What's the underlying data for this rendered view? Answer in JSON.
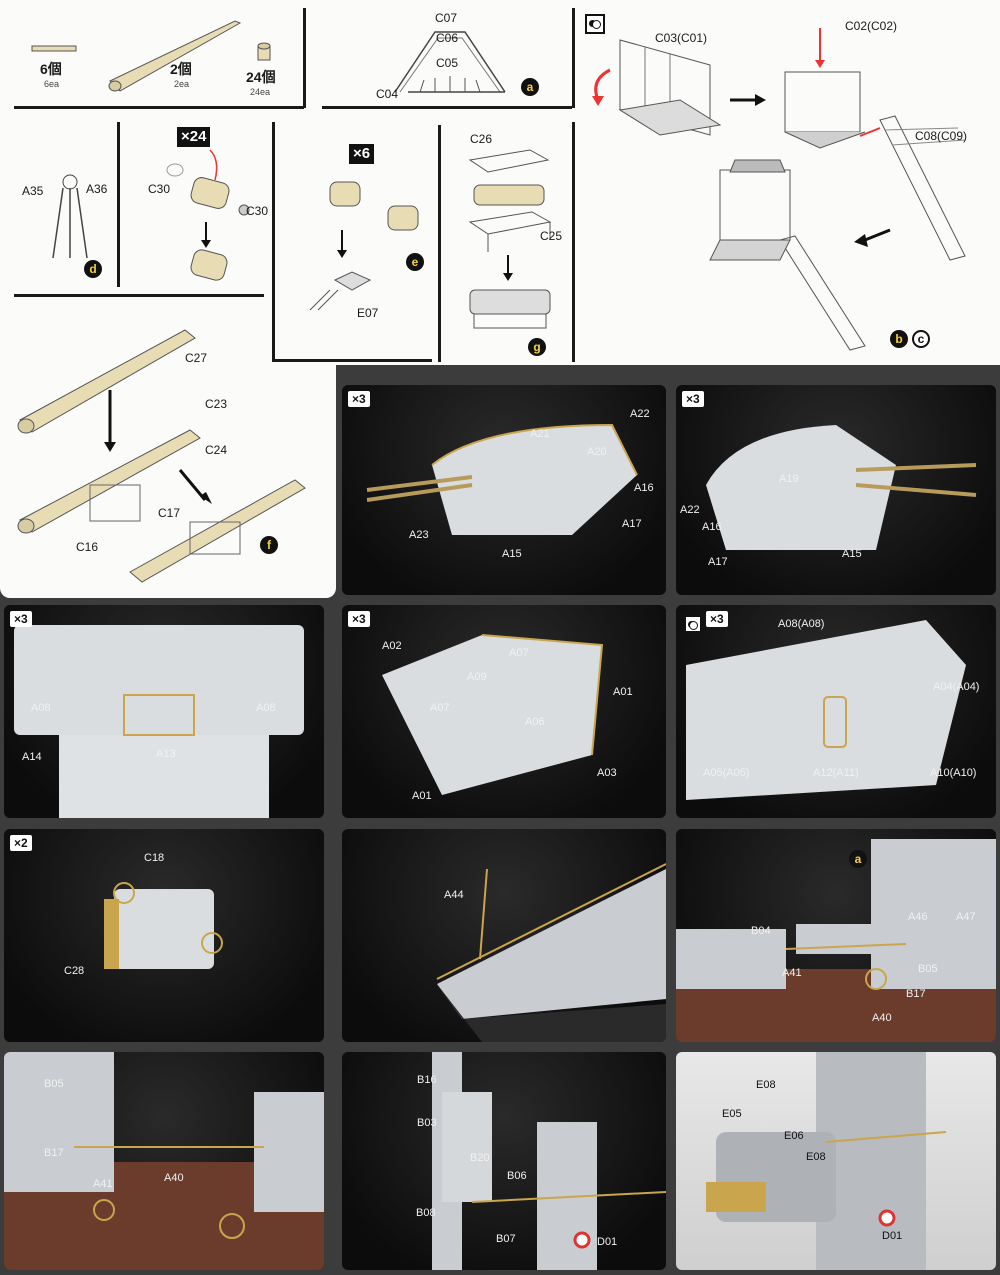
{
  "top_row": {
    "qty1": {
      "main": "6個",
      "sub": "6ea"
    },
    "qty2": {
      "main": "2個",
      "sub": "2ea"
    },
    "qty3": {
      "main": "24個",
      "sub": "24ea"
    }
  },
  "step_a": {
    "labels": [
      "C07",
      "C06",
      "C05",
      "C04"
    ],
    "badge": "a"
  },
  "step_b": {
    "labels": [
      "C03(C01)",
      "C02(C02)",
      "C08(C09)"
    ],
    "badge_b": "b",
    "badge_c": "c"
  },
  "step_d": {
    "labels": [
      "A35",
      "A36"
    ],
    "badge": "d"
  },
  "step_x24": {
    "mult": "×24",
    "labels": [
      "C30",
      "C30"
    ]
  },
  "step_e": {
    "mult": "×6",
    "label": "E07",
    "badge": "e"
  },
  "step_g": {
    "labels": [
      "C26",
      "C25"
    ],
    "badge": "g"
  },
  "step_f": {
    "labels": [
      "C27",
      "C23",
      "C24",
      "C17",
      "C16"
    ],
    "badge": "f"
  },
  "photos": {
    "p1": {
      "mult": "×3",
      "labels": [
        "A21",
        "A20",
        "A22",
        "A16",
        "A17",
        "A15",
        "A23"
      ]
    },
    "p2": {
      "mult": "×3",
      "labels": [
        "A19",
        "A22",
        "A16",
        "A15",
        "A17"
      ]
    },
    "p3": {
      "mult": "×3",
      "labels": [
        "A08",
        "A08",
        "A13",
        "A14"
      ]
    },
    "p4": {
      "mult": "×3",
      "labels": [
        "A02",
        "A07",
        "A09",
        "A07",
        "A01",
        "A06",
        "A03",
        "A01"
      ]
    },
    "p5": {
      "mult": "×3",
      "labels": [
        "A08(A08)",
        "A04(A04)",
        "A05(A05)",
        "A12(A11)",
        "A10(A10)"
      ]
    },
    "p6": {
      "mult": "×2",
      "labels": [
        "C18",
        "C28"
      ]
    },
    "p7": {
      "labels": [
        "A44"
      ]
    },
    "p8": {
      "badge": "a",
      "labels": [
        "B04",
        "A46",
        "A47",
        "B05",
        "A41",
        "B17",
        "A40"
      ]
    },
    "p9": {
      "labels": [
        "B05",
        "B17",
        "A41",
        "A40"
      ]
    },
    "p10": {
      "labels": [
        "B16",
        "B03",
        "B20",
        "B06",
        "B08",
        "B07",
        "D01"
      ]
    },
    "p11": {
      "labels": [
        "E08",
        "E05",
        "E06",
        "E08",
        "D01"
      ]
    }
  }
}
